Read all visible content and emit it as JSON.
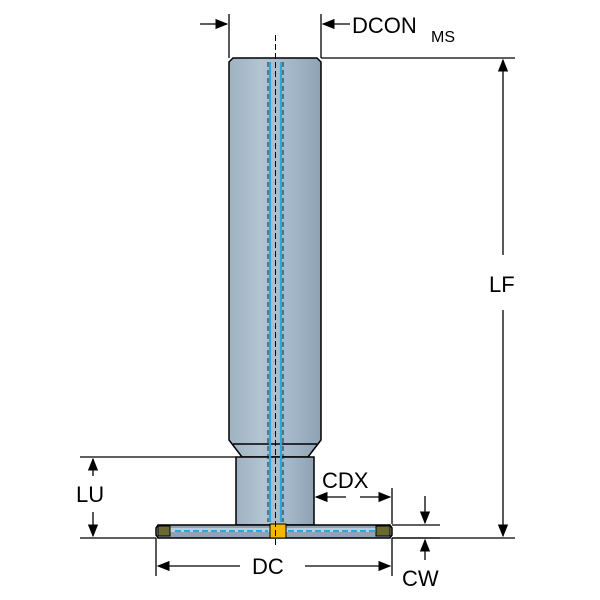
{
  "labels": {
    "dcon": "DCON",
    "dcon_sub": "MS",
    "lf": "LF",
    "lu": "LU",
    "cdx": "CDX",
    "dc": "DC",
    "cw": "CW"
  },
  "colors": {
    "body": "#a7b9c9",
    "body_highlight": "#c3d1dc",
    "body_shadow": "#8fa3b5",
    "coolant_channel": "#29a8e0",
    "insert_tip": "#f5b800",
    "dimension_line": "#000000",
    "background": "#ffffff"
  }
}
